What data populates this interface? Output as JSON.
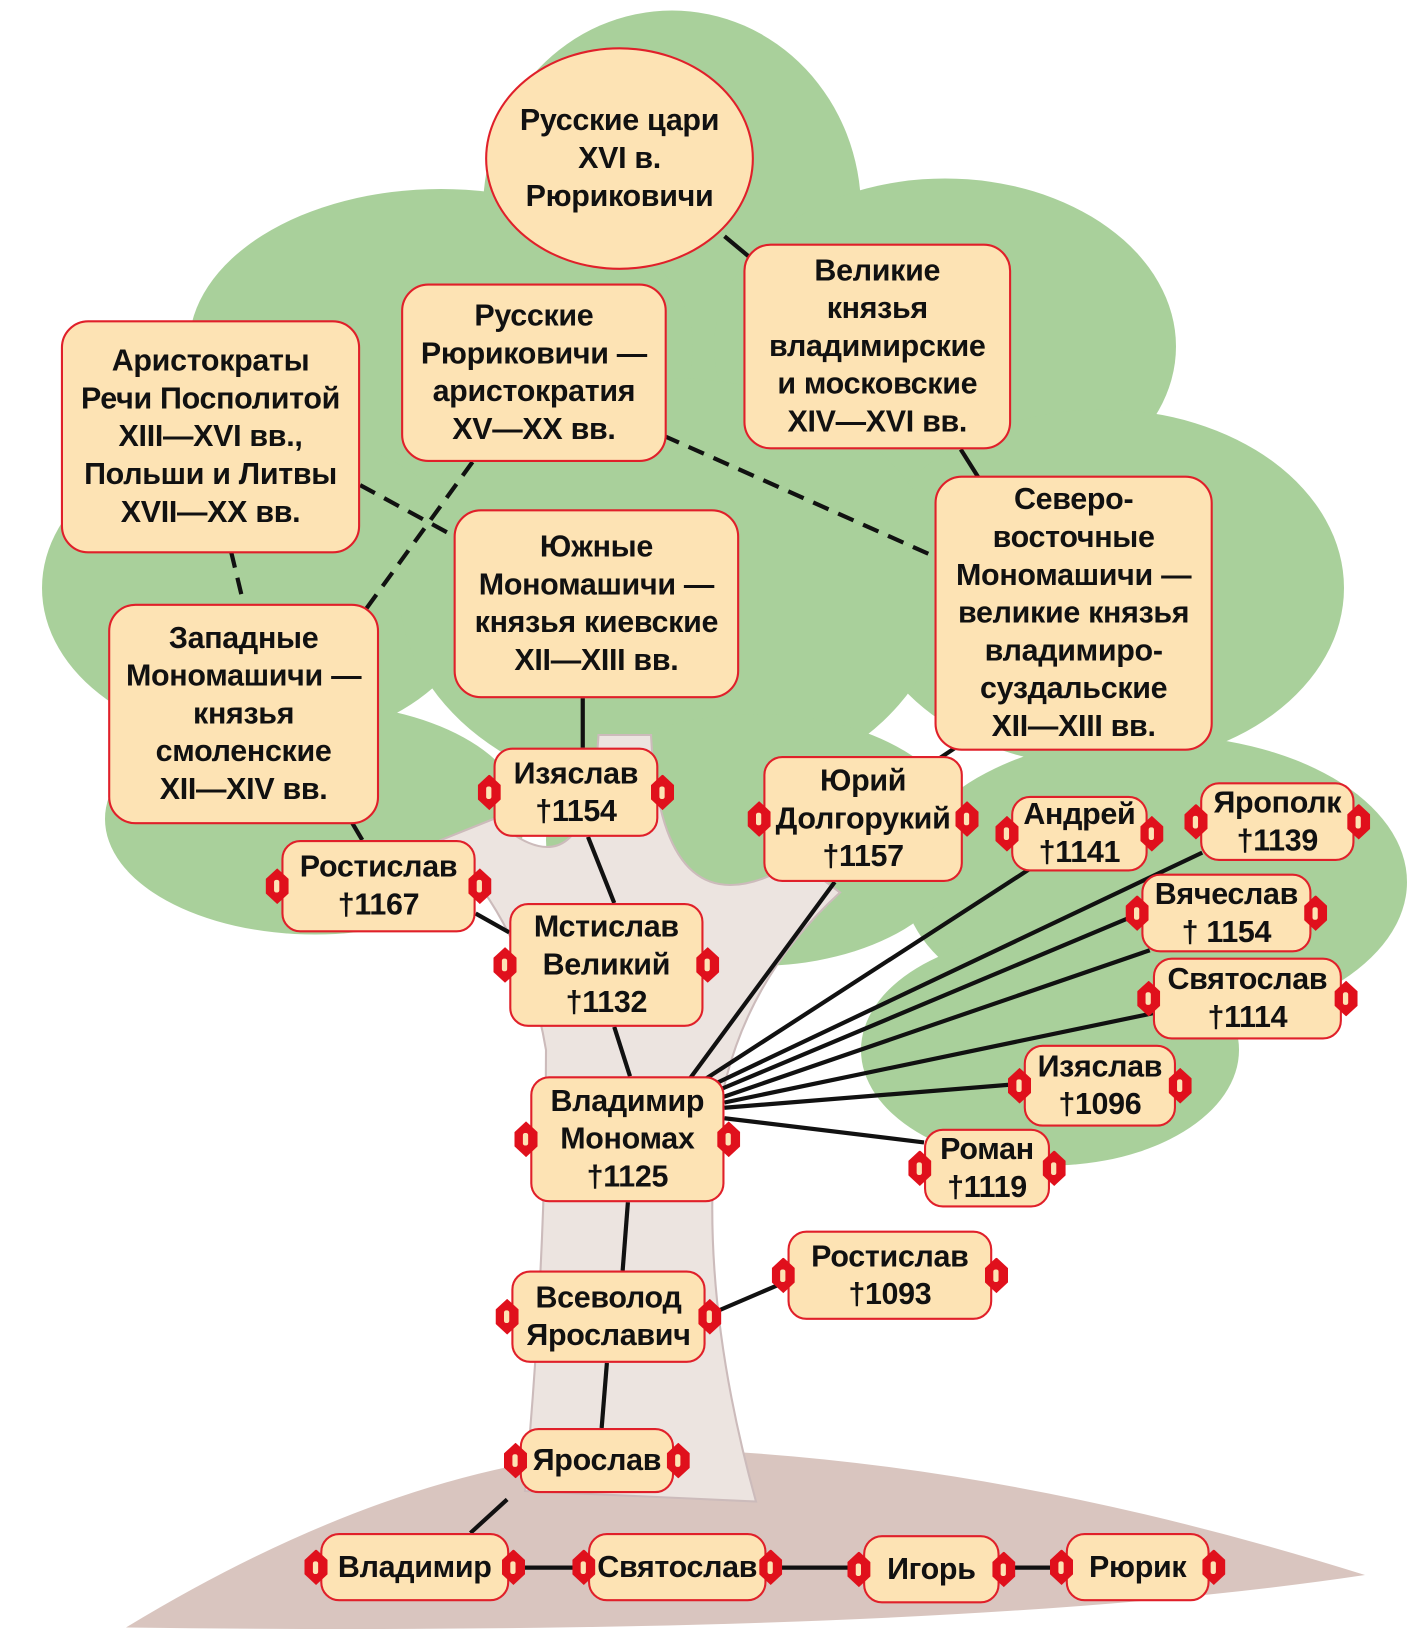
{
  "nodes": [
    {
      "id": "tsars",
      "lines": [
        "Русские цари",
        "XVI в.",
        "Рюриковичи"
      ]
    },
    {
      "id": "grand-princes",
      "lines": [
        "Великие",
        "князья",
        "владимирские",
        "и московские",
        "XIV—XVI вв."
      ]
    },
    {
      "id": "russian-rurikids",
      "lines": [
        "Русские",
        "Рюриковичи —",
        "аристократия",
        "XV—XX вв."
      ]
    },
    {
      "id": "aristocrats",
      "lines": [
        "Аристократы",
        "Речи Посполитой",
        "XIII—XVI вв.,",
        "Польши и Литвы",
        "XVII—XX вв."
      ]
    },
    {
      "id": "southern",
      "lines": [
        "Южные",
        "Мономашичи —",
        "князья киевские",
        "XII—XIII вв."
      ]
    },
    {
      "id": "northeastern",
      "lines": [
        "Северо-",
        "восточные",
        "Мономашичи —",
        "великие князья",
        "владимиро-",
        "суздальские",
        "XII—XIII вв."
      ]
    },
    {
      "id": "western",
      "lines": [
        "Западные",
        "Мономашичи —",
        "князья",
        "смоленские",
        "XII—XIV вв."
      ]
    },
    {
      "id": "izyaslav-1154",
      "lines": [
        "Изяслав",
        "†1154"
      ]
    },
    {
      "id": "yuri",
      "lines": [
        "Юрий",
        "Долгорукий",
        "†1157"
      ]
    },
    {
      "id": "andrey",
      "lines": [
        "Андрей",
        "†1141"
      ]
    },
    {
      "id": "yaropolk",
      "lines": [
        "Ярополк",
        "†1139"
      ]
    },
    {
      "id": "rostislav-1167",
      "lines": [
        "Ростислав",
        "†1167"
      ]
    },
    {
      "id": "vyacheslav",
      "lines": [
        "Вячеслав",
        "† 1154"
      ]
    },
    {
      "id": "mstislav",
      "lines": [
        "Мстислав",
        "Великий",
        "†1132"
      ]
    },
    {
      "id": "svyatoslav-1114",
      "lines": [
        "Святослав",
        "†1114"
      ]
    },
    {
      "id": "izyaslav-1096",
      "lines": [
        "Изяслав",
        "†1096"
      ]
    },
    {
      "id": "monomakh",
      "lines": [
        "Владимир",
        "Мономах",
        "†1125"
      ]
    },
    {
      "id": "roman",
      "lines": [
        "Роман",
        "†1119"
      ]
    },
    {
      "id": "rostislav-1093",
      "lines": [
        "Ростислав",
        "†1093"
      ]
    },
    {
      "id": "vsevolod",
      "lines": [
        "Всеволод",
        "Ярославич"
      ]
    },
    {
      "id": "yaroslav",
      "lines": [
        "Ярослав"
      ]
    },
    {
      "id": "vladimir",
      "lines": [
        "Владимир"
      ]
    },
    {
      "id": "svyatoslav",
      "lines": [
        "Святослав"
      ]
    },
    {
      "id": "igor",
      "lines": [
        "Игорь"
      ]
    },
    {
      "id": "rurik",
      "lines": [
        "Рюрик"
      ]
    }
  ],
  "colors": {
    "box_fill": "#fde3b4",
    "box_border": "#e0202a",
    "foliage": "#8cc07a",
    "trunk": "#e8e0dc",
    "ground": "#c9ada4"
  }
}
